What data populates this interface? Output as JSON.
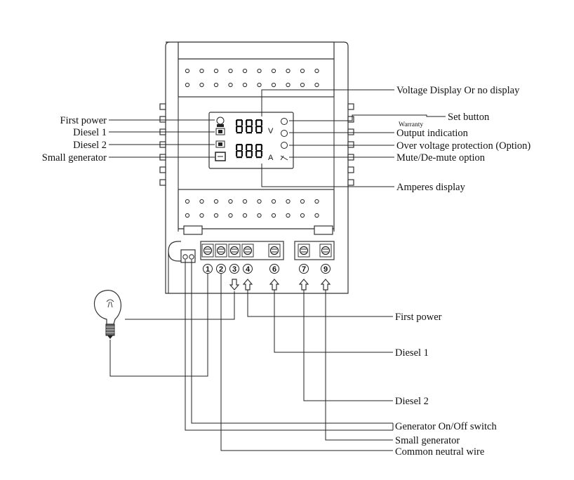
{
  "device": {
    "lcd_units": {
      "voltage": "V",
      "current": "A"
    },
    "terminal_numbers": [
      "1",
      "2",
      "3",
      "4",
      "6",
      "7",
      "9"
    ]
  },
  "left_labels": {
    "first_power": "First power",
    "diesel_1": "Diesel 1",
    "diesel_2": "Diesel 2",
    "small_generator": "Small generator"
  },
  "right_labels": {
    "voltage_display": "Voltage Display Or no display",
    "set_button": "Set button",
    "warranty": "Warranty",
    "output_indication": "Output indication",
    "over_voltage": "Over voltage protection (Option)",
    "mute": "Mute/De-mute option",
    "amperes_display": "Amperes display"
  },
  "wiring_labels": {
    "first_power": "First power",
    "diesel_1": "Diesel 1",
    "diesel_2": "Diesel 2",
    "generator_switch": "Generator On/Off switch",
    "small_generator": "Small generator",
    "common_neutral": "Common neutral wire"
  },
  "icons": [
    "lamp-icon",
    "up-arrow-icon",
    "down-arrow-icon",
    "screw-terminal-icon"
  ]
}
